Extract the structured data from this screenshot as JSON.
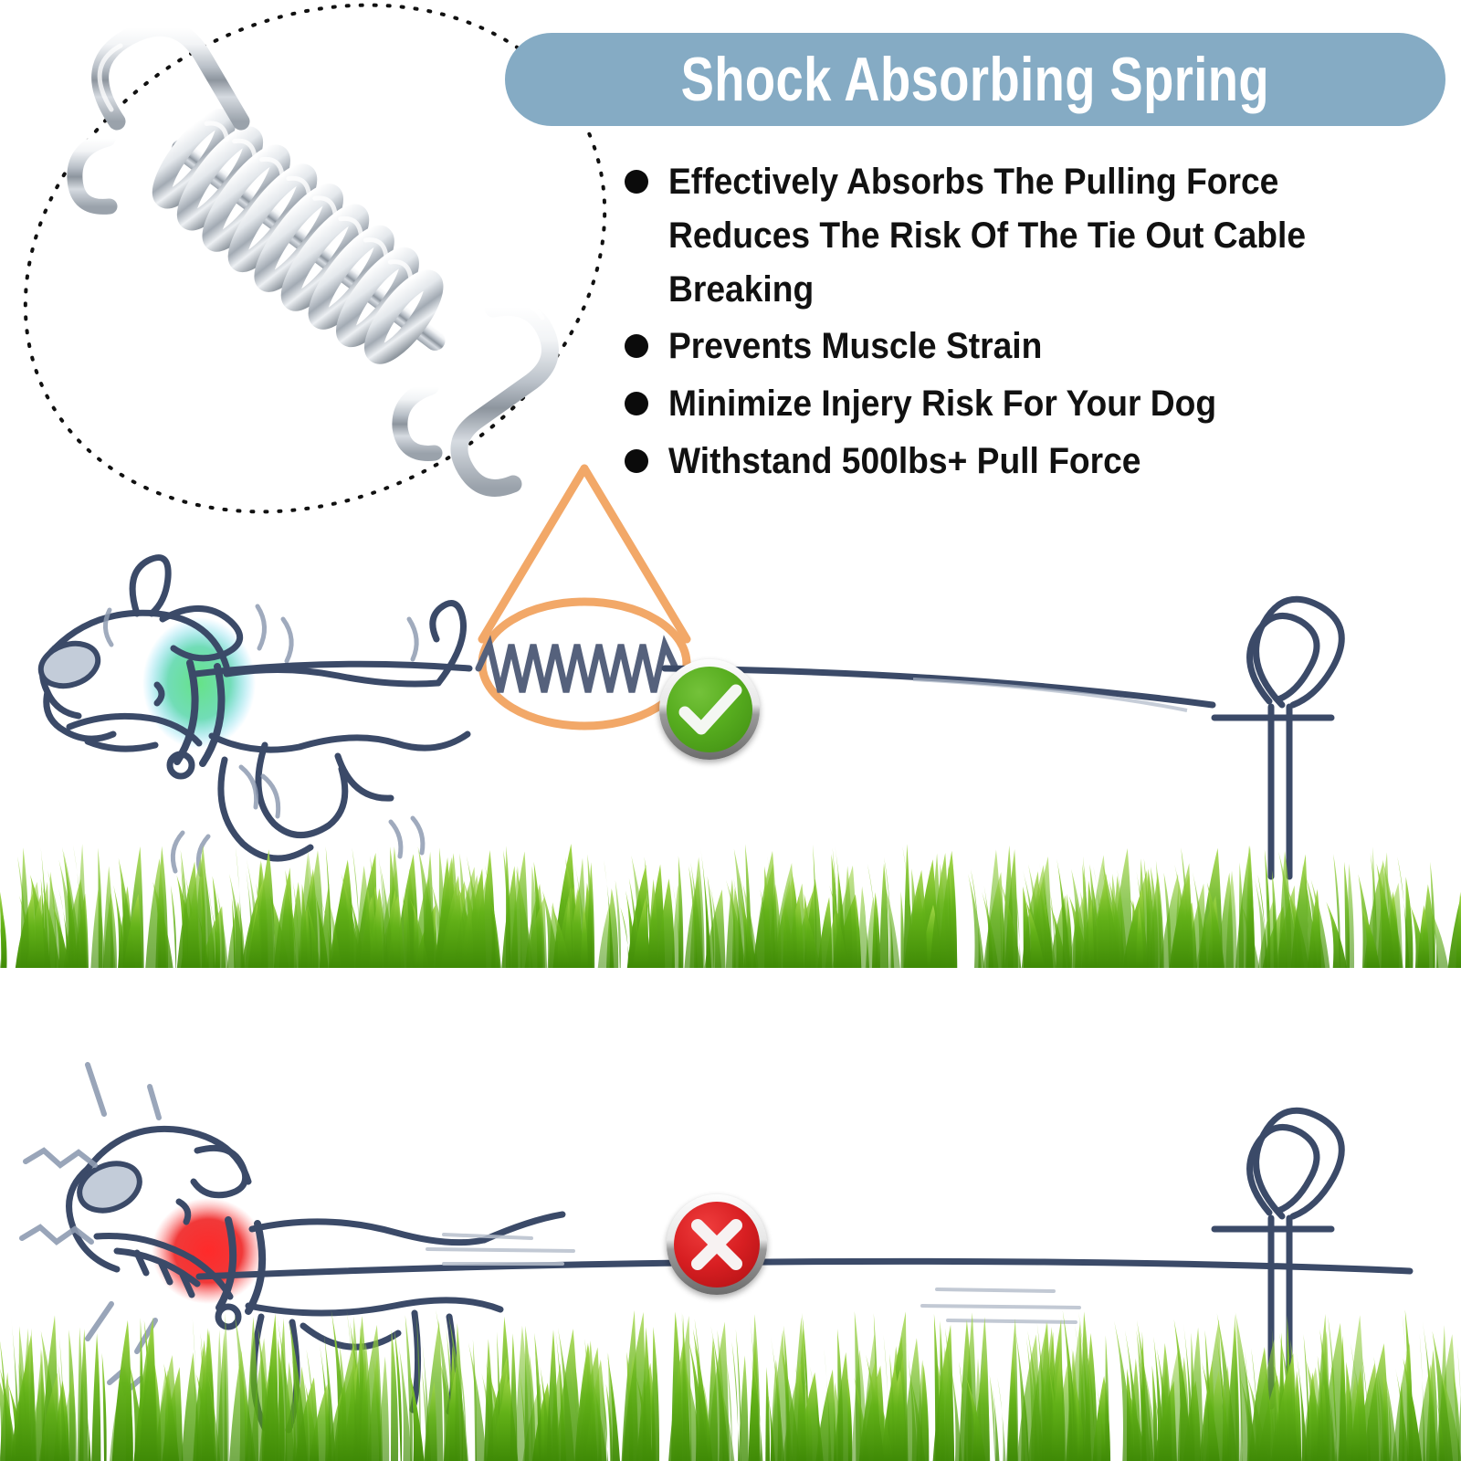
{
  "header": {
    "title": "Shock Absorbing Spring",
    "banner_color": "#85abc4",
    "title_color": "#ffffff"
  },
  "features": {
    "bullet_color": "#0b0b0b",
    "text_color": "#111111",
    "items": [
      "Effectively Absorbs The Pulling Force Reduces The Risk Of The Tie Out Cable Breaking",
      "Prevents Muscle Strain",
      "Minimize Injery Risk For Your Dog",
      "Withstand 500lbs+ Pull Force"
    ]
  },
  "product_photo": {
    "subject": "chrome-shock-absorbing-spring",
    "outline_style": "dotted-oval",
    "outline_color": "#111111",
    "metal_color": "#c9ced4"
  },
  "callout": {
    "shape": "cone-with-ellipse-magnifier",
    "color": "#f2a868",
    "target": "spring-in-cable"
  },
  "panels": [
    {
      "id": "good-setup",
      "badge": {
        "name": "check-badge",
        "glyph": "check",
        "color": "#57ad1f",
        "rim_color": "#9a9a9a"
      },
      "dog": {
        "state": "running-comfortably",
        "collar_color": "#4fd46b",
        "collar_glow": "#3fc9ff",
        "line_color": "#3b4a68",
        "motion_marks": true
      },
      "cable": {
        "color": "#3b4a68",
        "tension": "slack-with-spring",
        "has_spring": true
      },
      "stake": {
        "name": "ground-stake",
        "color": "#3b4a68",
        "top": "loop-eye"
      },
      "grass_color": "#5aa411"
    },
    {
      "id": "bad-setup",
      "badge": {
        "name": "cross-badge",
        "glyph": "cross",
        "color": "#d81f22",
        "rim_color": "#9a9a9a"
      },
      "dog": {
        "state": "straining-in-pain",
        "collar_color": "#ef2323",
        "collar_glow": "#ff6a6a",
        "line_color": "#3b4a68",
        "pain_marks": true
      },
      "cable": {
        "color": "#3b4a68",
        "tension": "taut-no-spring",
        "has_spring": false
      },
      "stake": {
        "name": "ground-stake",
        "color": "#3b4a68",
        "top": "loop-eye"
      },
      "grass_color": "#5aa411"
    }
  ],
  "background_color": "#ffffff"
}
